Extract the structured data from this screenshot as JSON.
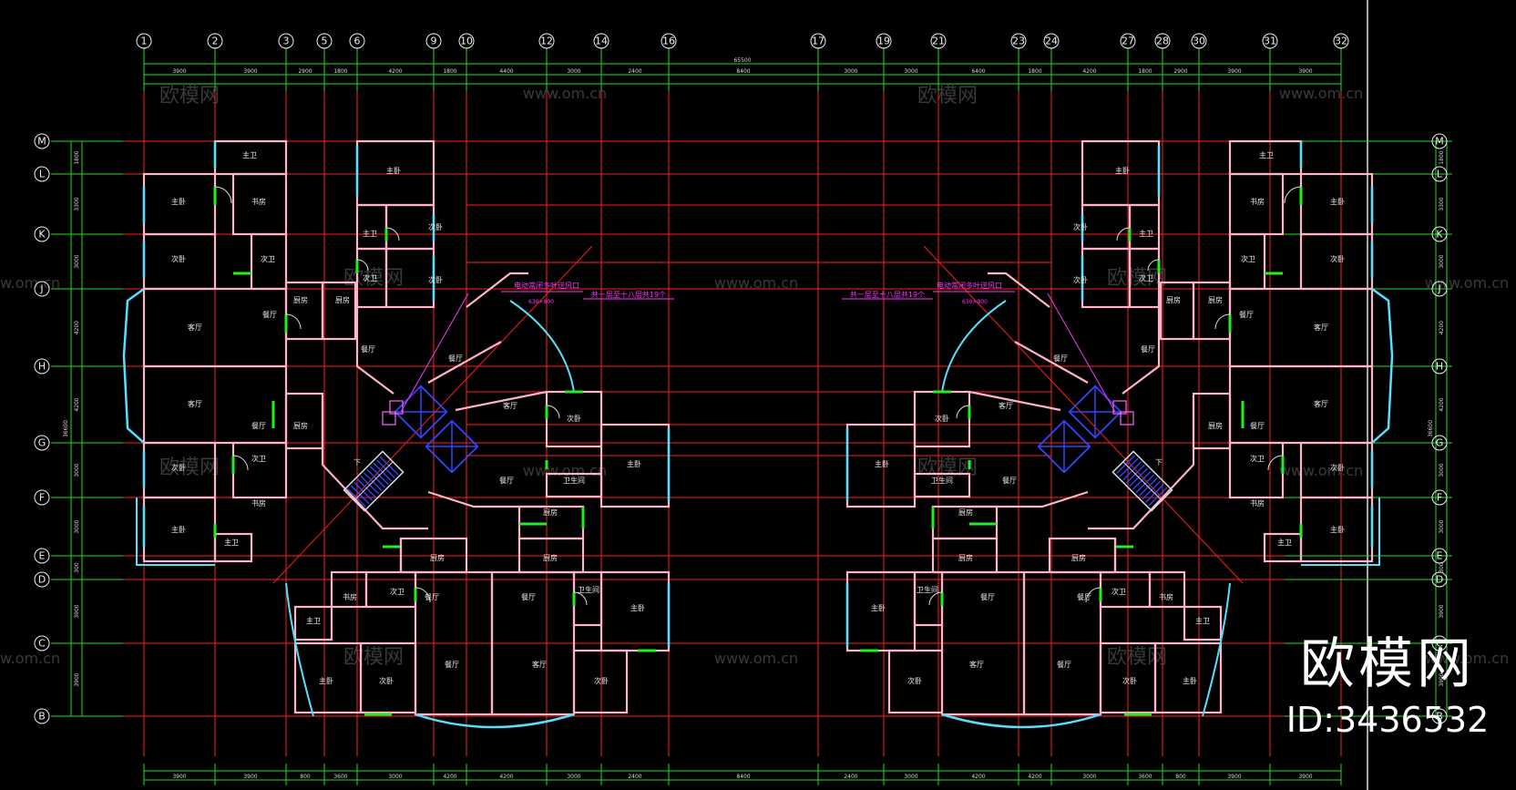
{
  "colors": {
    "background": "#000000",
    "grid": "#ff1e1e",
    "axis": "#22dd22",
    "wall": "#ffb3c6",
    "window": "#55e0ff",
    "door": "#22ee22",
    "label": "#ffffff",
    "note": "#ff33ff",
    "stair": "#3344ff",
    "watermark": "#3a3a3a"
  },
  "columns": [
    "1",
    "2",
    "3",
    "5",
    "6",
    "9",
    "10",
    "12",
    "14",
    "16",
    "17",
    "19",
    "21",
    "23",
    "24",
    "27",
    "28",
    "30",
    "31",
    "32"
  ],
  "rows": [
    "M",
    "L",
    "K",
    "J",
    "H",
    "G",
    "F",
    "E",
    "D",
    "C",
    "B"
  ],
  "dims_top": [
    "3900",
    "3900",
    "2900",
    "1800",
    "4200",
    "1800",
    "4400",
    "3000",
    "2400",
    "8400",
    "3000",
    "3000",
    "6400",
    "1800",
    "4200",
    "1800",
    "2900",
    "3900",
    "3900"
  ],
  "total_dim": "65500",
  "dims_bottom": [
    "3900",
    "3900",
    "800",
    "3600",
    "3000",
    "4200",
    "4200",
    "3000",
    "2400",
    "8400",
    "2400",
    "3000",
    "4200",
    "4200",
    "3000",
    "3600",
    "800",
    "3900",
    "3900"
  ],
  "dims_side": [
    "1800",
    "3300",
    "3000",
    "4200",
    "4200",
    "3000",
    "3000",
    "300",
    "3900",
    "3900"
  ],
  "side_total": "36600",
  "rooms": {
    "master_bedroom": "主卧",
    "secondary_bedroom": "次卧",
    "study": "书房",
    "living_room": "客厅",
    "dining_room": "餐厅",
    "kitchen": "厨房",
    "master_bath": "主卫",
    "secondary_bath": "次卫",
    "bathroom": "卫生间",
    "down": "下"
  },
  "notes": {
    "smoke_vent": "电动常闭多叶送风口",
    "vent_size": "630×800",
    "floors_left": "共一层至十八层共19个",
    "floors_right": "共一层至十八层共19个"
  },
  "watermarks": {
    "site_name": "欧模网",
    "url": "www.om.cn"
  },
  "brand": {
    "name": "欧模网",
    "id": "ID:3436532"
  }
}
